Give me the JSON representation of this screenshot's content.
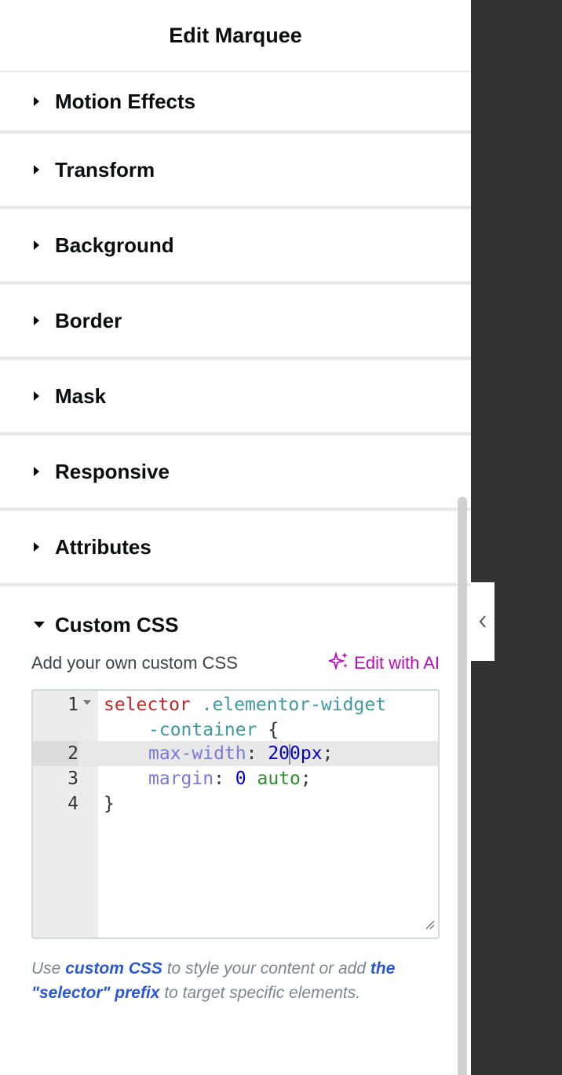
{
  "header": {
    "title": "Edit Marquee"
  },
  "sections": [
    {
      "label": "Motion Effects"
    },
    {
      "label": "Transform"
    },
    {
      "label": "Background"
    },
    {
      "label": "Border"
    },
    {
      "label": "Mask"
    },
    {
      "label": "Responsive"
    },
    {
      "label": "Attributes"
    }
  ],
  "custom_css": {
    "label": "Custom CSS",
    "field_label": "Add your own custom CSS",
    "ai_button": "Edit with AI",
    "lines": [
      {
        "number": "1",
        "selector": "selector",
        "class": ".elementor-widget",
        "wrap": "-container",
        "brace": "{"
      },
      {
        "number": "2",
        "prop": "max-width",
        "value_a": "20",
        "value_b": "0px"
      },
      {
        "number": "3",
        "prop": "margin",
        "value_num": "0",
        "value_kw": "auto"
      },
      {
        "number": "4",
        "close": "}"
      }
    ],
    "help_pre": "Use ",
    "help_link1": "custom CSS",
    "help_mid": " to style your content or add ",
    "help_link2": "the \"selector\" prefix",
    "help_post": " to target specific elements."
  },
  "icons": {
    "collapsed": "caret-right-icon",
    "expanded": "caret-down-icon",
    "ai": "sparkle-icon",
    "collapse_panel": "chevron-left-icon"
  },
  "colors": {
    "ai_accent": "#c00bb9",
    "link": "#2a57d6",
    "dark_side": "#333333"
  }
}
